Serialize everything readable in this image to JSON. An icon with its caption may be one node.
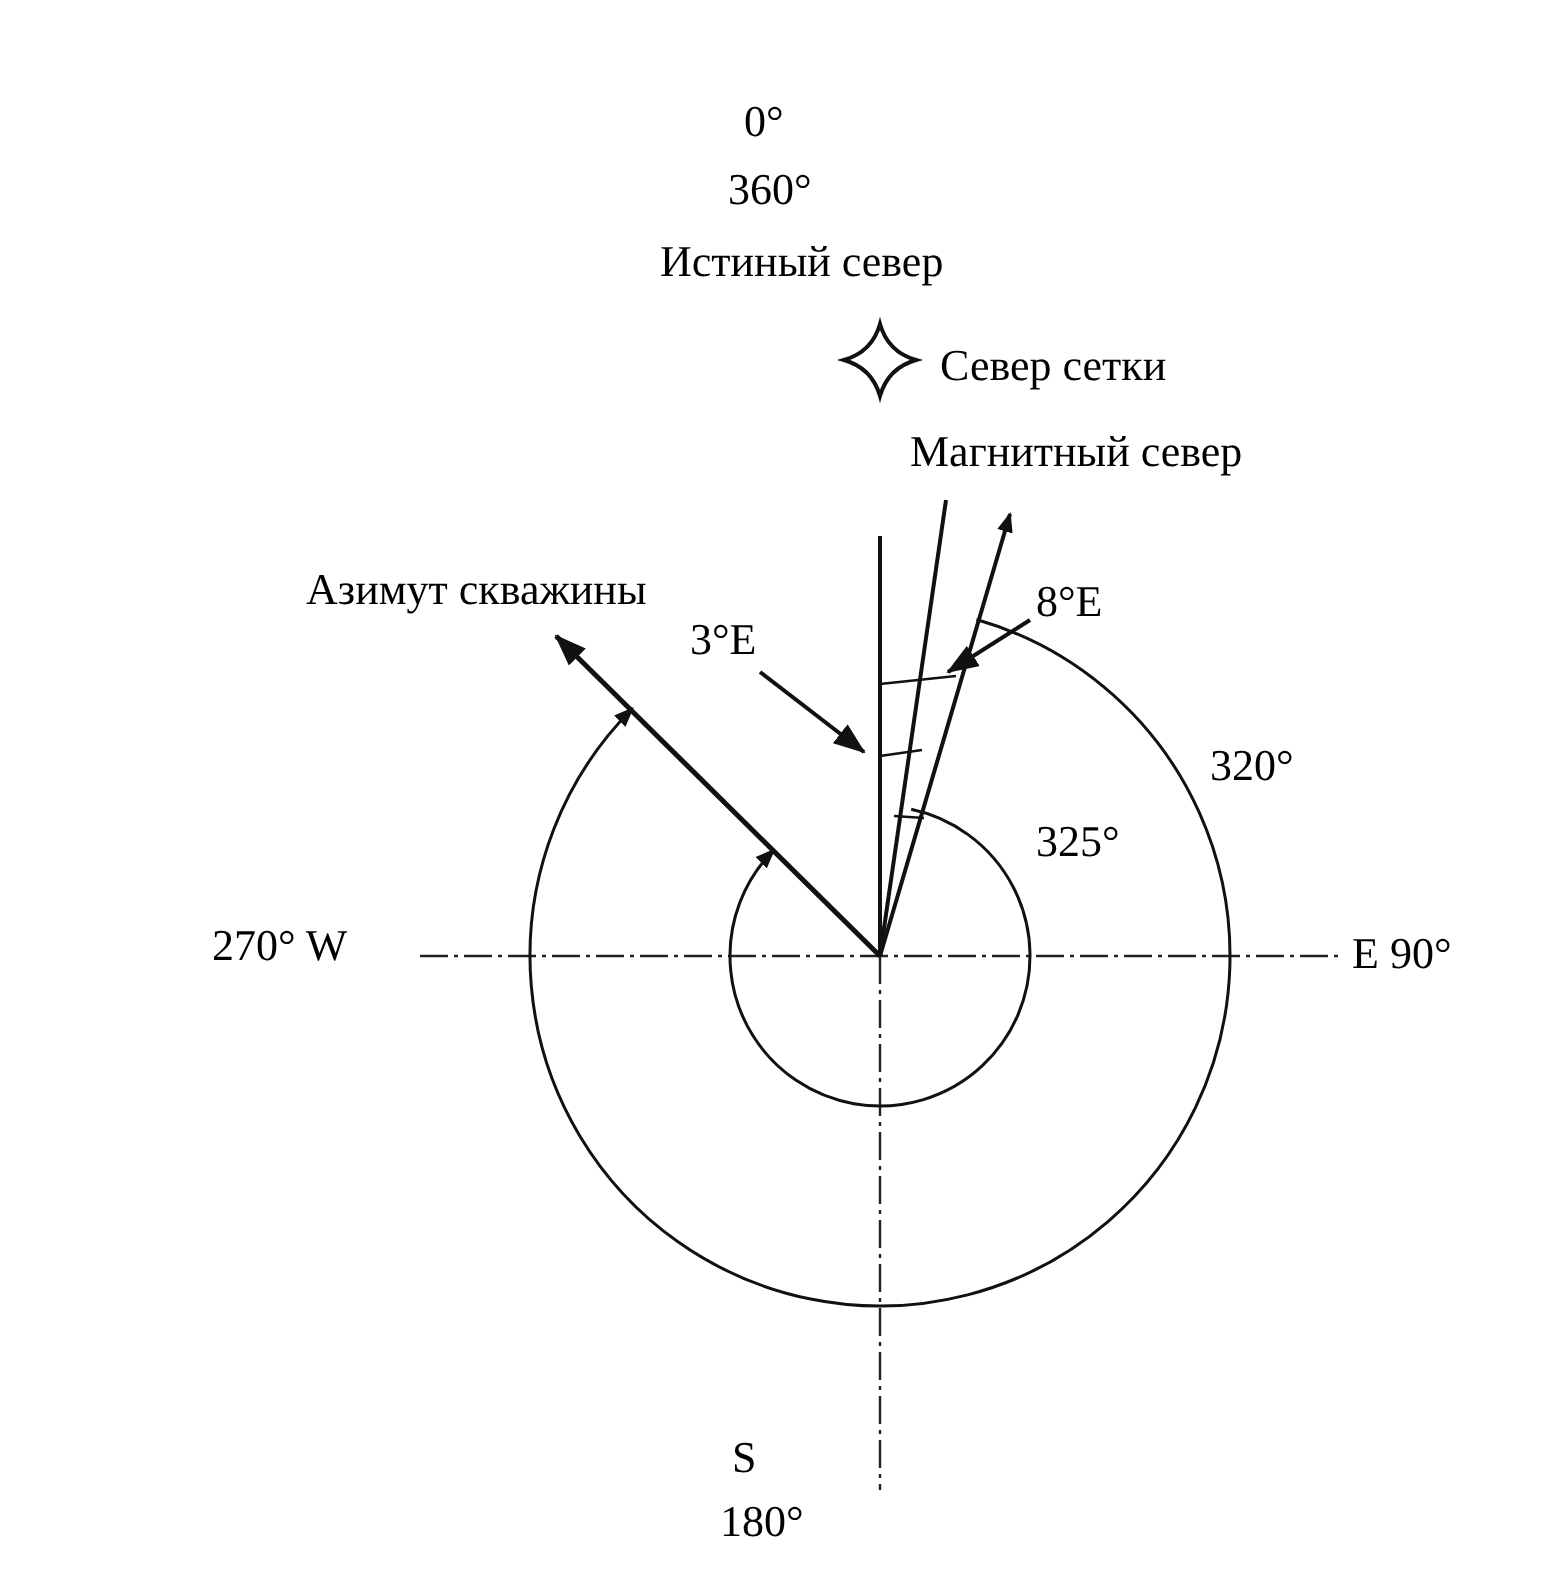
{
  "diagram": {
    "nodes": [
      {
        "text": [
          "3°E"
        ]
      },
      {
        "text": [
          "8°E"
        ]
      }
    ],
    "edges": [
      {
        "from": 0,
        "to": null,
        "arrow": "to"
      },
      {
        "from": 1,
        "to": null,
        "arrow": "to"
      }
    ],
    "labels": [
      "0°",
      "360°",
      "Истиный север",
      "Север сетки",
      "Магнитный север",
      "Азимут скважины",
      "320°",
      "325°",
      "270° W",
      "E 90°",
      "S",
      "180°"
    ]
  }
}
